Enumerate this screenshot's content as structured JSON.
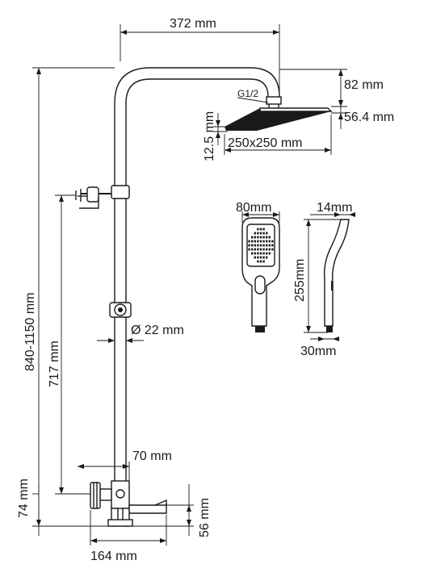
{
  "dimensions": {
    "arm_length": "372 mm",
    "head_drop": "82 mm",
    "connector": "G1/2",
    "head_height": "56.4 mm",
    "head_thickness": "12.5 mm",
    "head_size": "250x250 mm",
    "total_height": "840-1150 mm",
    "holder_height": "717 mm",
    "pipe_diameter": "Ø 22 mm",
    "spout_offset": "70 mm",
    "mixer_height": "74 mm",
    "spout_height": "56 mm",
    "mixer_width": "164 mm",
    "hand_width": "80mm",
    "hand_depth_top": "14mm",
    "hand_length": "255mm",
    "hand_depth_bottom": "30mm"
  }
}
